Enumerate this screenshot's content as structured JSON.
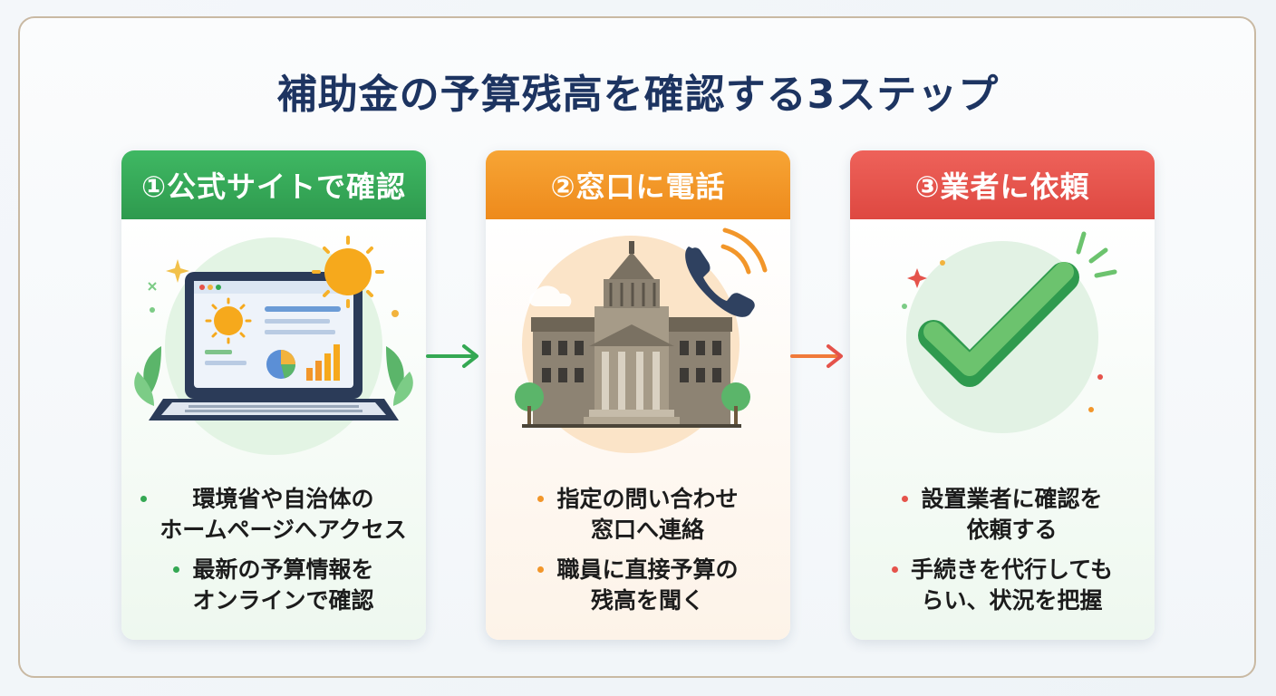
{
  "title": "補助金の予算残高を確認する3ステップ",
  "steps": [
    {
      "header": "①公式サイトで確認",
      "color": "#34a853",
      "icon": "laptop-dashboard-icon",
      "bullets": [
        "環境省や自治体の\nホームページへアクセス",
        "最新の予算情報を\nオンラインで確認"
      ]
    },
    {
      "header": "②窓口に電話",
      "color": "#f2962a",
      "icon": "government-building-phone-icon",
      "bullets": [
        "指定の問い合わせ\n窓口へ連絡",
        "職員に直接予算の\n残高を聞く"
      ]
    },
    {
      "header": "③業者に依頼",
      "color": "#e5534b",
      "icon": "checkmark-icon",
      "bullets": [
        "設置業者に確認を\n依頼する",
        "手続きを代行しても\nらい、状況を把握"
      ]
    }
  ]
}
